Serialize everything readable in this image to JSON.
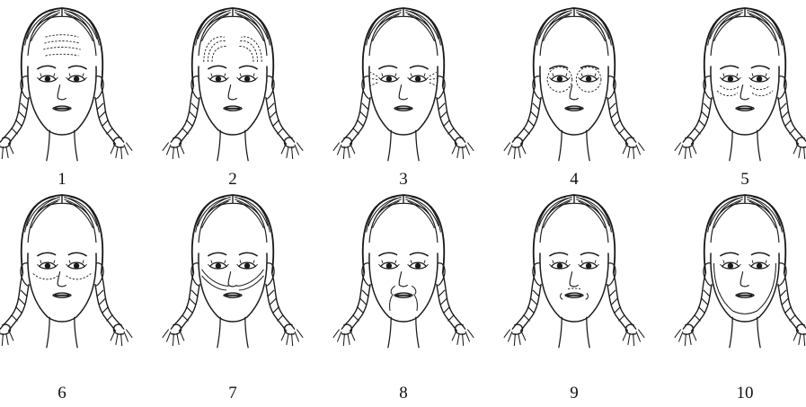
{
  "figure": {
    "ink_color": "#1a1a1a",
    "background": "#ffffff",
    "panels": [
      {
        "label": "1",
        "marking": "horizontal-forehead-lines"
      },
      {
        "label": "2",
        "marking": "forehead-arches"
      },
      {
        "label": "3",
        "marking": "crows-feet"
      },
      {
        "label": "4",
        "marking": "periorbital-circles"
      },
      {
        "label": "5",
        "marking": "under-eye-and-cheek-lines"
      },
      {
        "label": "6",
        "marking": "infraorbital-arcs"
      },
      {
        "label": "7",
        "marking": "nasolabial-diagonals"
      },
      {
        "label": "8",
        "marking": "marionette-lines"
      },
      {
        "label": "9",
        "marking": "perioral-mouth"
      },
      {
        "label": "10",
        "marking": "jawline-contour"
      }
    ]
  }
}
